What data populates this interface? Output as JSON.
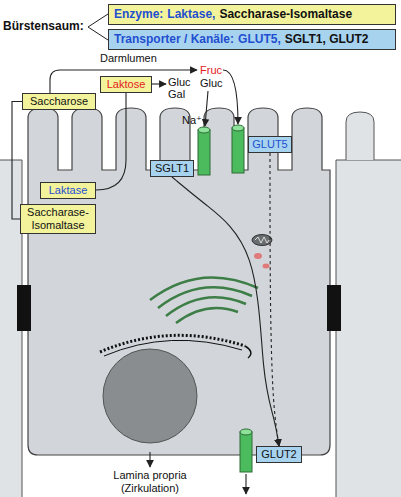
{
  "diagram": {
    "nodes": [
      {
        "text": [
          "Enzyme:",
          "Laktase,",
          "Saccharase-Isomaltase"
        ]
      },
      {
        "text": [
          "Transporter / Kanäle:",
          "GLUT5,",
          "SGLT1, GLUT2"
        ]
      },
      {
        "text": [
          "Saccharose"
        ]
      },
      {
        "text": [
          "Laktose"
        ]
      },
      {
        "text": [
          "Laktase"
        ]
      },
      {
        "text": [
          "Saccharase-Isomaltase"
        ]
      },
      {
        "text": [
          "SGLT1"
        ]
      },
      {
        "text": [
          "GLUT5"
        ]
      },
      {
        "text": [
          "GLUT2"
        ]
      }
    ],
    "edges": [
      {
        "from": 2,
        "to": 5,
        "arrow": "none"
      },
      {
        "from": 6,
        "to": 8,
        "arrow": "to"
      },
      {
        "from": 7,
        "to": 8,
        "arrow": "to"
      }
    ],
    "labels": [
      "Bürstensaum:",
      "Darmlumen",
      "Fruc",
      "Gluc",
      "Gluc",
      "Gal",
      "Na⁺",
      "Lamina propria (Zirkulation)"
    ]
  }
}
